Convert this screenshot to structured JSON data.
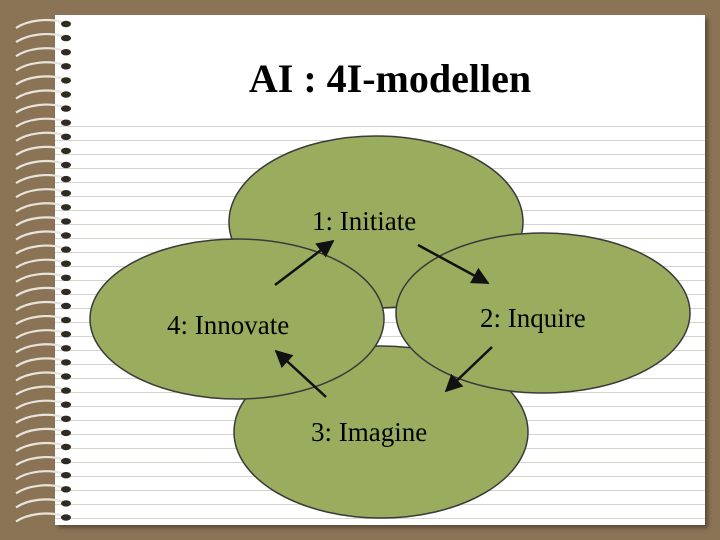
{
  "title": "AI : 4I-modellen",
  "stages": [
    {
      "number": 1,
      "label": "1: Initiate"
    },
    {
      "number": 2,
      "label": "2: Inquire"
    },
    {
      "number": 3,
      "label": "3: Imagine"
    },
    {
      "number": 4,
      "label": "4: Innovate"
    }
  ],
  "colors": {
    "ellipse_fill": "#9aad5e",
    "ellipse_stroke": "#3a3a3a",
    "arrow": "#111111",
    "background": "#8b7355",
    "page": "#ffffff"
  }
}
